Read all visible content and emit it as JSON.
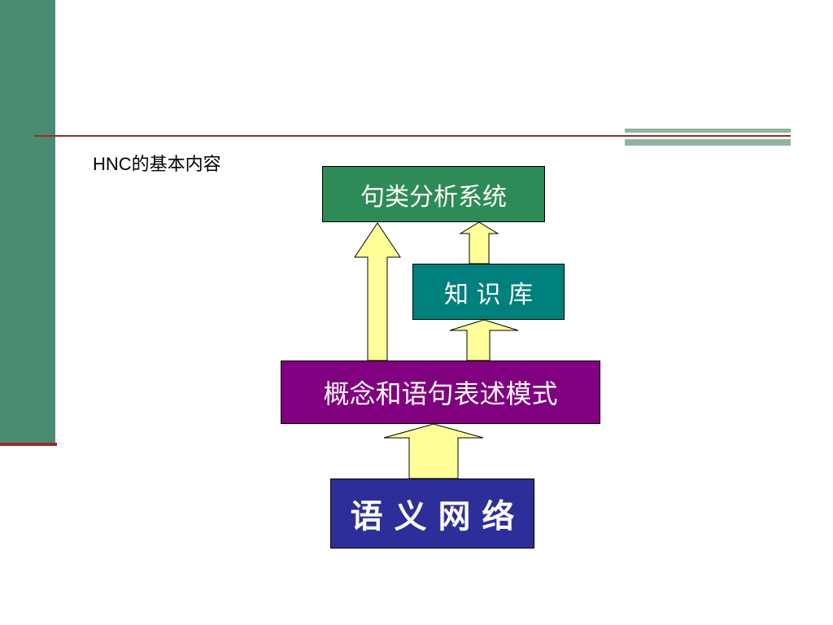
{
  "slide": {
    "title": "HNC的基本内容"
  },
  "diagram": {
    "nodes": {
      "sentence_analysis": "句类分析系统",
      "knowledge_base": "知 识 库",
      "concept_patterns": "概念和语句表述模式",
      "semantic_network": "语 义 网 络"
    },
    "colors": {
      "sentence_analysis": "#2e8b57",
      "knowledge_base": "#00807c",
      "concept_patterns": "#800080",
      "semantic_network": "#2e2e9a",
      "arrow_fill": "#ffff99",
      "side_bar": "#4a8c72",
      "rule_line": "#9b2a2a"
    }
  }
}
